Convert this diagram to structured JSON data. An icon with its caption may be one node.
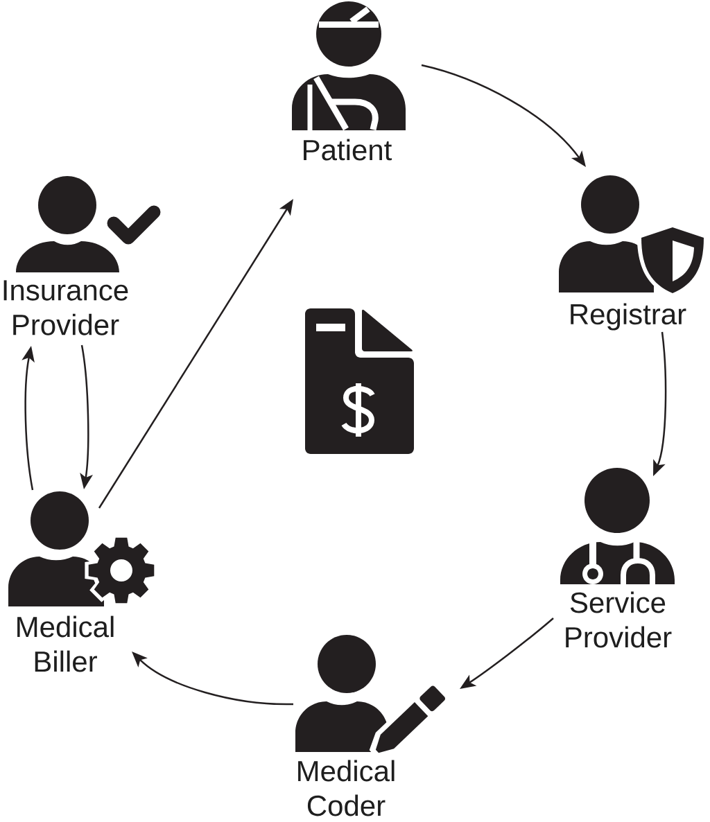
{
  "diagram": {
    "nodes": [
      {
        "text": [
          "Patient"
        ]
      },
      {
        "text": [
          "Registrar"
        ]
      },
      {
        "text": [
          "Service Provider"
        ]
      },
      {
        "text": [
          "Medical Coder"
        ]
      },
      {
        "text": [
          "Medical Biller"
        ]
      },
      {
        "text": [
          "Insurance Provider"
        ]
      }
    ],
    "edges": [
      {
        "from": 0,
        "to": 1,
        "arrow": "to"
      },
      {
        "from": 1,
        "to": 2,
        "arrow": "to"
      },
      {
        "from": 2,
        "to": 3,
        "arrow": "to"
      },
      {
        "from": 3,
        "to": 4,
        "arrow": "to"
      },
      {
        "from": 4,
        "to": 5,
        "arrow": "to"
      },
      {
        "from": 5,
        "to": 4,
        "arrow": "to"
      },
      {
        "from": 4,
        "to": 0,
        "arrow": "to"
      }
    ]
  }
}
